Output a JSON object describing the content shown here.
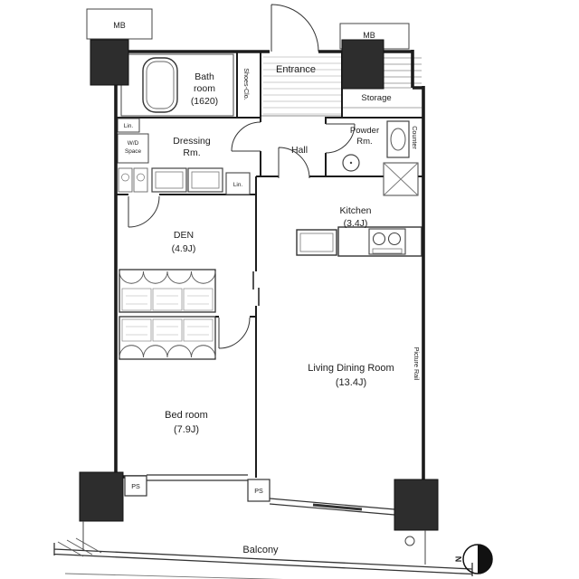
{
  "page": {
    "background": "#ffffff",
    "wall_color": "#1c1c1c",
    "text_color": "#1d1d1d",
    "pillar_color": "#2d2d2d"
  },
  "rooms": {
    "bath": {
      "l1": "Bath",
      "l2": "room",
      "l3": "(1620)"
    },
    "shoes_closet": {
      "l1": "Shoes-Clo."
    },
    "entrance": {
      "l1": "Entrance"
    },
    "storage": {
      "l1": "Storage"
    },
    "powder": {
      "l1": "Powder",
      "l2": "Rm."
    },
    "counter": {
      "l1": "Counter"
    },
    "linen_top": {
      "l1": "Lin."
    },
    "wd_space": {
      "l1": "W/D",
      "l2": "Space"
    },
    "dressing": {
      "l1": "Dressing",
      "l2": "Rm."
    },
    "hall": {
      "l1": "Hall"
    },
    "linen_hall": {
      "l1": "Lin."
    },
    "kitchen": {
      "l1": "Kitchen",
      "l2": "(3.4J)"
    },
    "den": {
      "l1": "DEN",
      "l2": "(4.9J)"
    },
    "living_dining": {
      "l1": "Living Dining Room",
      "l2": "(13.4J)"
    },
    "bedroom": {
      "l1": "Bed room",
      "l2": "(7.9J)"
    },
    "balcony": {
      "l1": "Balcony"
    }
  },
  "annotations": {
    "mb_top_left": "MB",
    "mb_top_right": "MB",
    "ps_left": "PS",
    "ps_right": "PS",
    "picture_rail": "Picture Rail",
    "north": "N"
  }
}
